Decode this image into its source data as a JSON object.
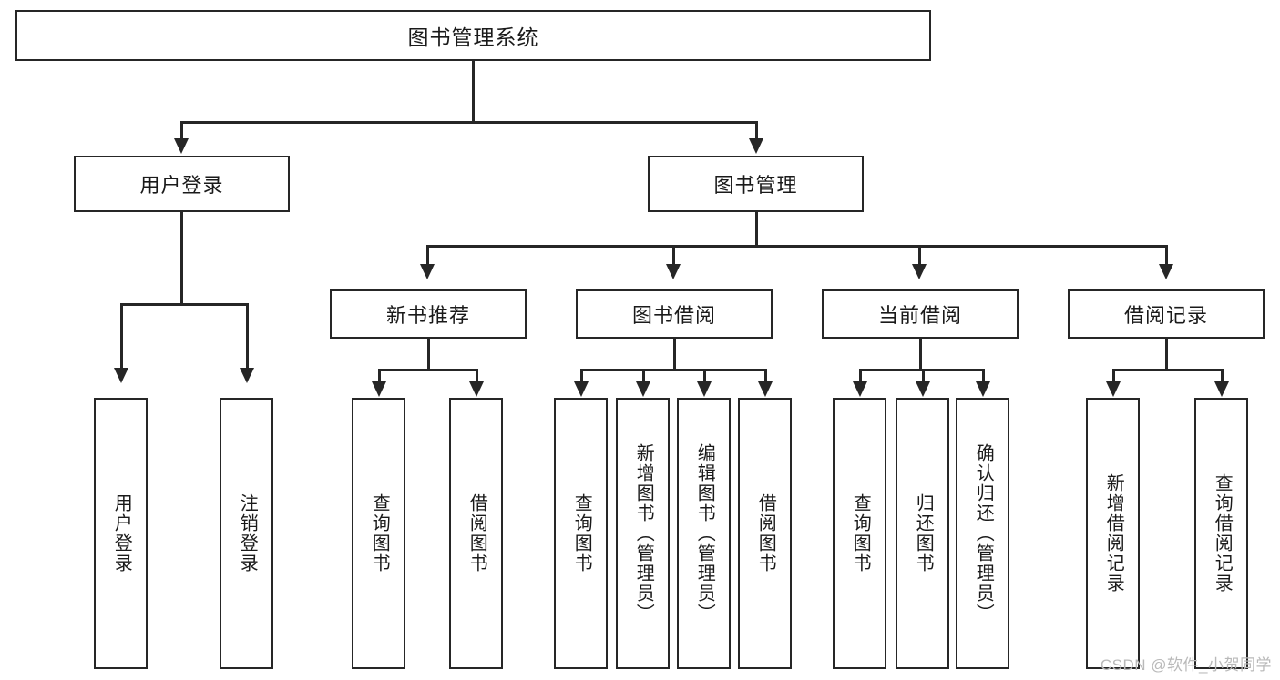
{
  "diagram": {
    "title": "图书管理系统",
    "watermark": "CSDN @软件_小贺同学",
    "colors": {
      "background": "#ffffff",
      "stroke": "#262626",
      "text": "#1a1a1a",
      "watermark": "#b9b9b9"
    },
    "levels": {
      "root": "图书管理系统",
      "level2": [
        "用户登录",
        "图书管理"
      ],
      "level3": [
        "新书推荐",
        "图书借阅",
        "当前借阅",
        "借阅记录"
      ]
    },
    "nodes": {
      "root": "图书管理系统",
      "user_login": "用户登录",
      "book_manage": "图书管理",
      "new_book_rec": "新书推荐",
      "book_borrow": "图书借阅",
      "current_borrow": "当前借阅",
      "borrow_record": "借阅记录",
      "leaf_user_login": "用户登录",
      "leaf_user_logout": "注销登录",
      "leaf_rec_query_book": "查询图书",
      "leaf_rec_borrow_book": "借阅图书",
      "leaf_bb_query_book": "查询图书",
      "leaf_bb_add_book": "新增图书（管理员）",
      "leaf_bb_edit_book": "编辑图书（管理员）",
      "leaf_bb_borrow_book": "借阅图书",
      "leaf_cb_query_book": "查询图书",
      "leaf_cb_return_book": "归还图书",
      "leaf_cb_confirm_return": "确认归还（管理员）",
      "leaf_br_add_record": "新增借阅记录",
      "leaf_br_query_record": "查询借阅记录"
    },
    "tree": {
      "label": "图书管理系统",
      "children": [
        {
          "label": "用户登录",
          "children": [
            {
              "label": "用户登录"
            },
            {
              "label": "注销登录"
            }
          ]
        },
        {
          "label": "图书管理",
          "children": [
            {
              "label": "新书推荐",
              "children": [
                {
                  "label": "查询图书"
                },
                {
                  "label": "借阅图书"
                }
              ]
            },
            {
              "label": "图书借阅",
              "children": [
                {
                  "label": "查询图书"
                },
                {
                  "label": "新增图书（管理员）"
                },
                {
                  "label": "编辑图书（管理员）"
                },
                {
                  "label": "借阅图书"
                }
              ]
            },
            {
              "label": "当前借阅",
              "children": [
                {
                  "label": "查询图书"
                },
                {
                  "label": "归还图书"
                },
                {
                  "label": "确认归还（管理员）"
                }
              ]
            },
            {
              "label": "借阅记录",
              "children": [
                {
                  "label": "新增借阅记录"
                },
                {
                  "label": "查询借阅记录"
                }
              ]
            }
          ]
        }
      ]
    }
  }
}
